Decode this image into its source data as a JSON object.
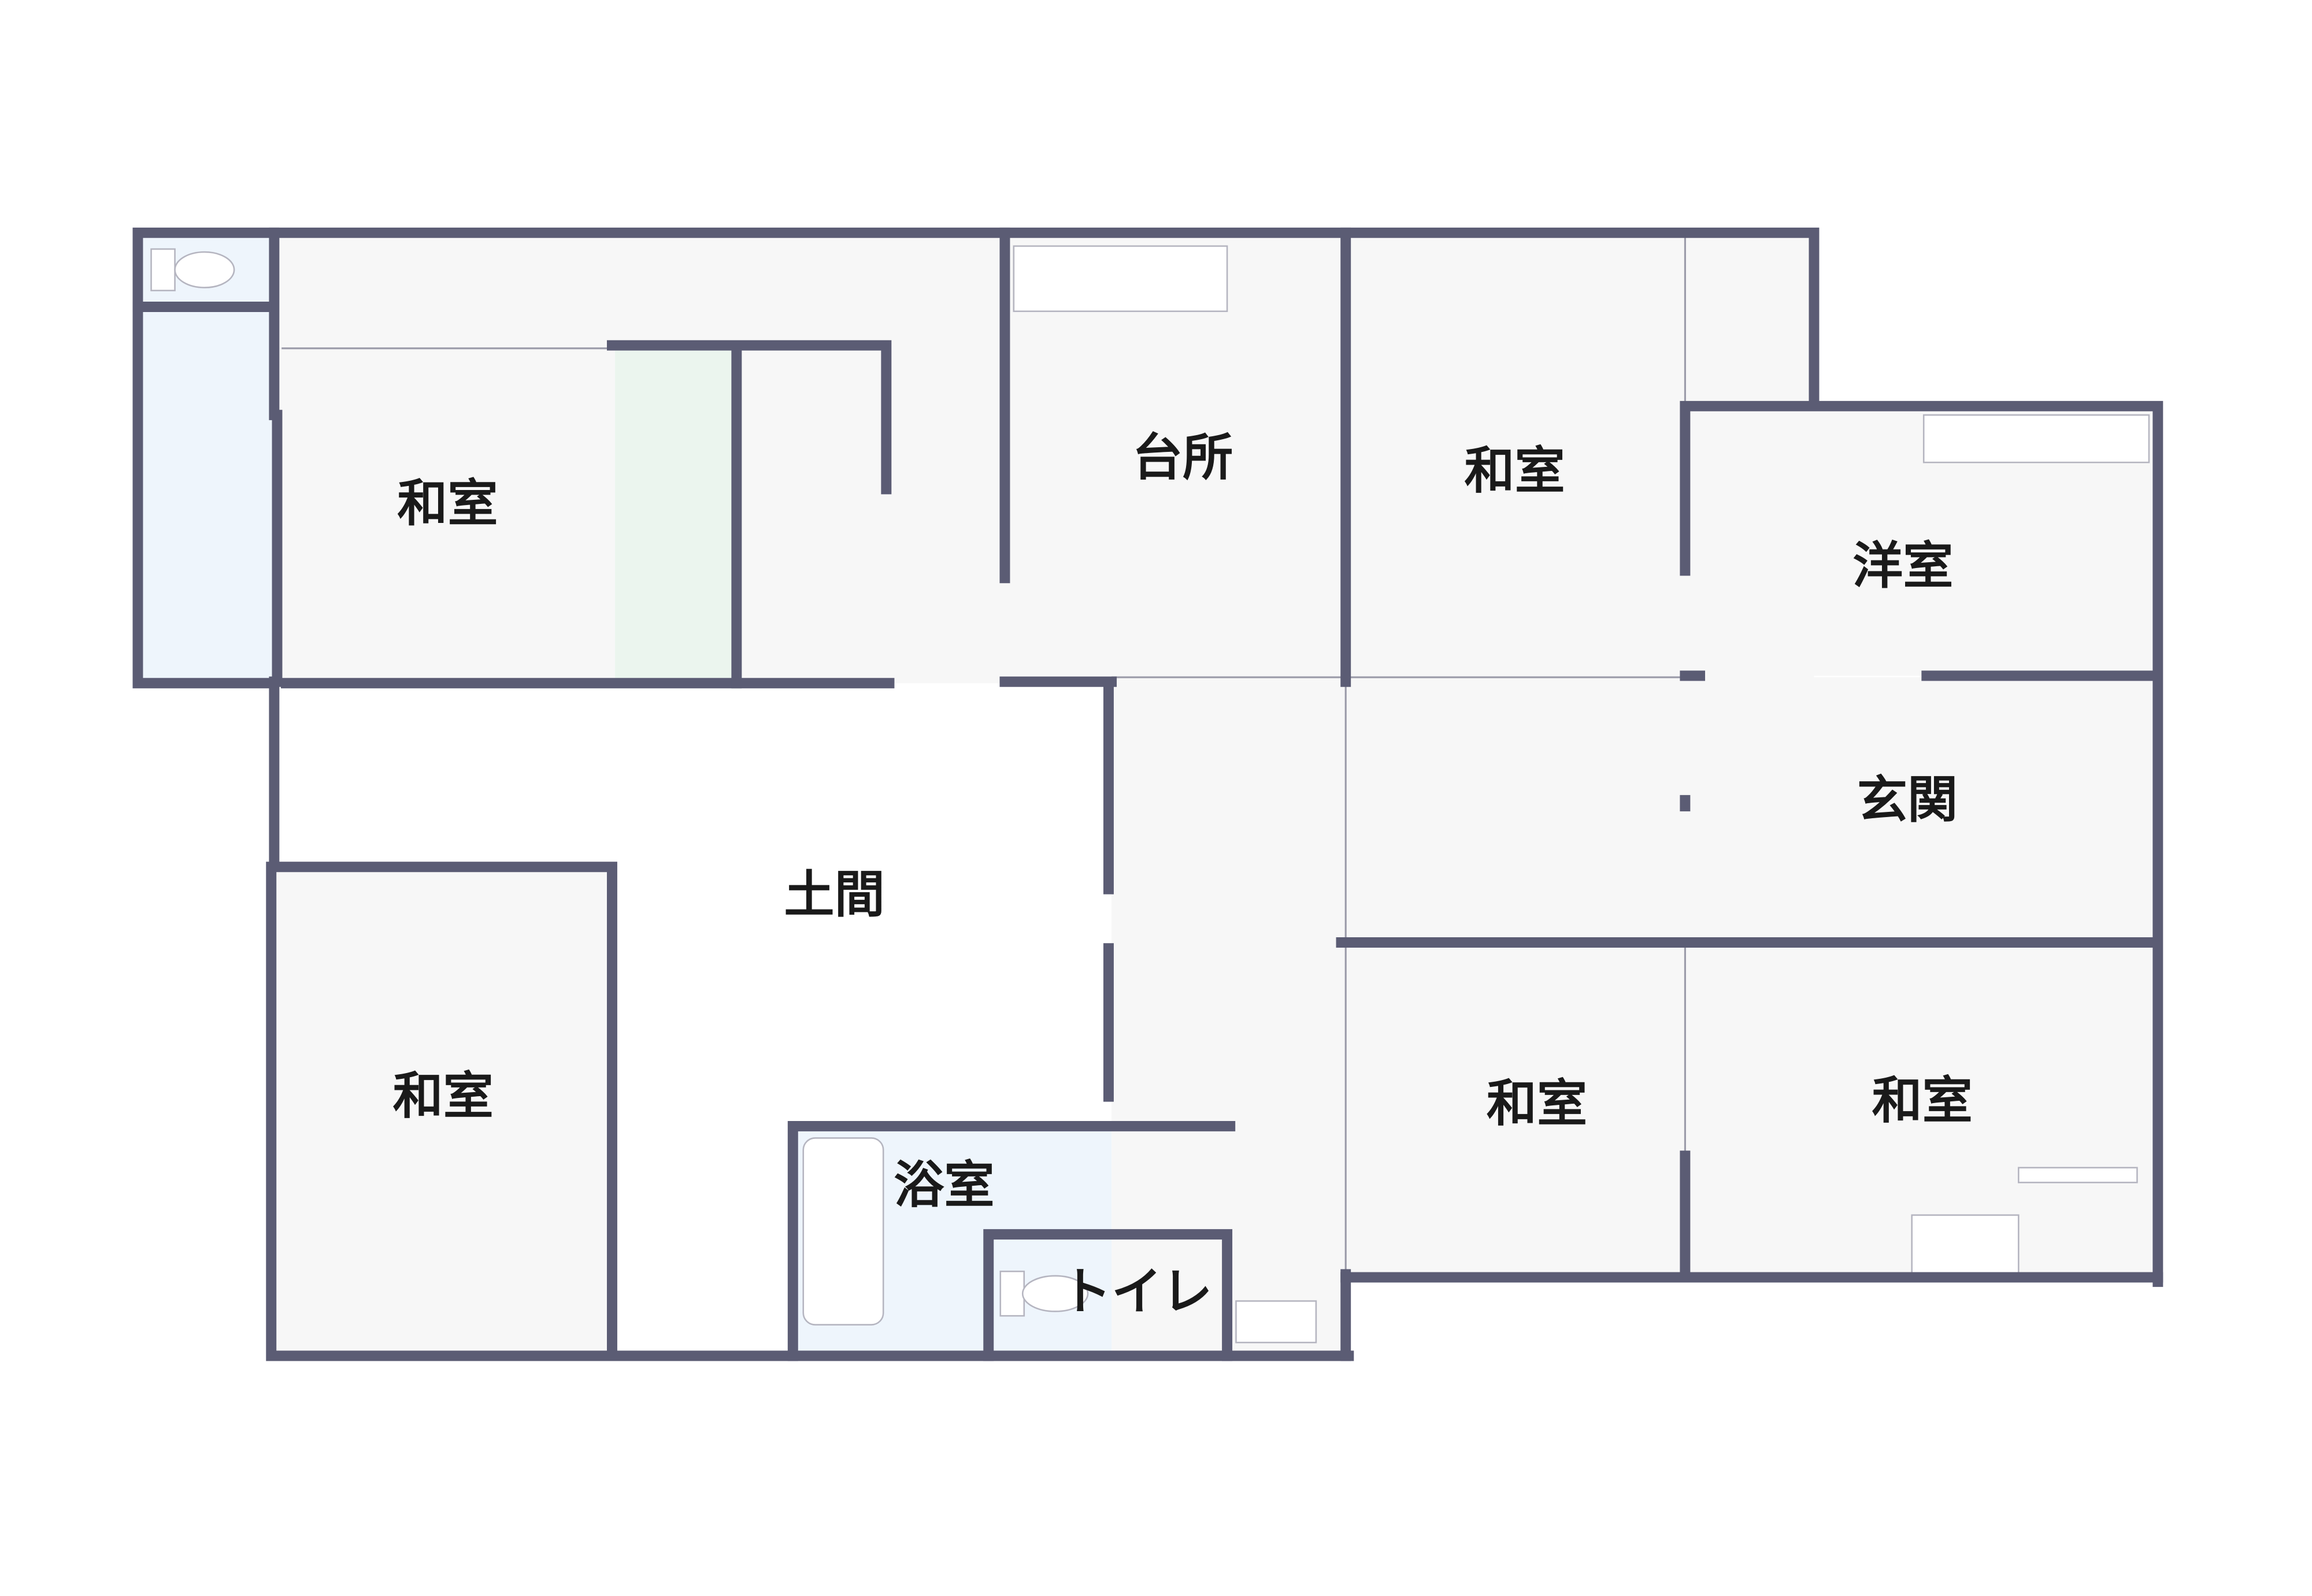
{
  "floor_plan": {
    "rooms": {
      "washitsu_top_left": "和室",
      "daidokoro": "台所",
      "washitsu_top_right": "和室",
      "youshitsu": "洋室",
      "genkan": "玄関",
      "doma": "土間",
      "washitsu_bottom_left": "和室",
      "yokushitsu": "浴室",
      "toilet": "トイレ",
      "washitsu_bottom_mid": "和室",
      "washitsu_bottom_right": "和室"
    },
    "colors": {
      "wall": "#5b5c74",
      "room_fill": "#f7f7f7",
      "wet_area": "#eef5fc",
      "green_area": "#ebf5ee"
    }
  }
}
